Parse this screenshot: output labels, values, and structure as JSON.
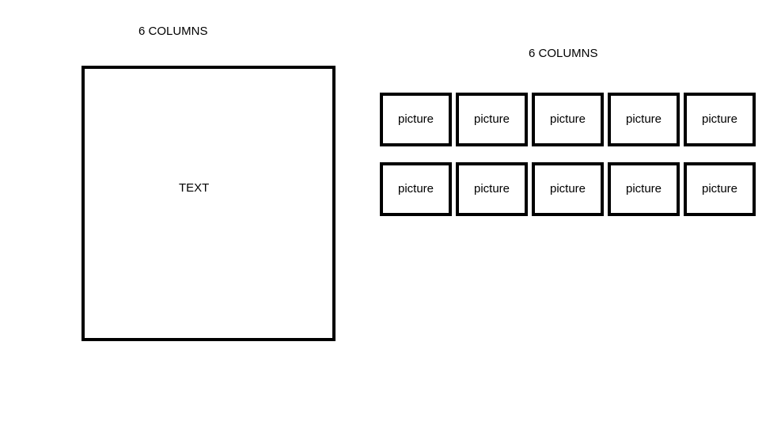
{
  "left_panel": {
    "heading": "6 COLUMNS",
    "box_label": "TEXT"
  },
  "right_panel": {
    "heading": "6 COLUMNS",
    "rows": [
      [
        "picture",
        "picture",
        "picture",
        "picture",
        "picture"
      ],
      [
        "picture",
        "picture",
        "picture",
        "picture",
        "picture"
      ]
    ]
  }
}
